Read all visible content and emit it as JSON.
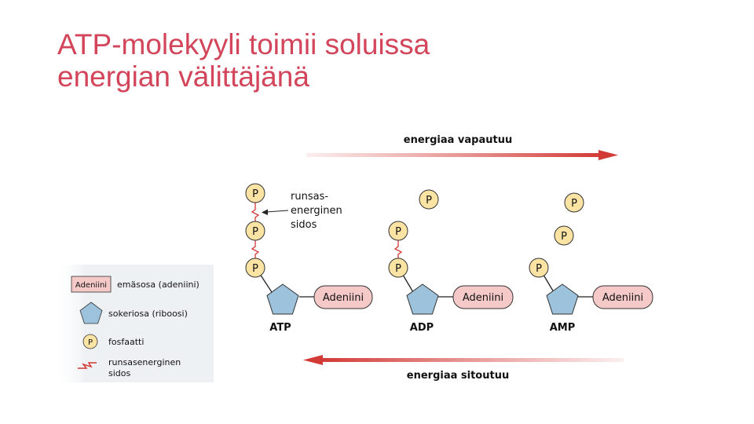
{
  "title": {
    "line1": "ATP-molekyyli toimii soluissa",
    "line2": "energian välittäjänä"
  },
  "colors": {
    "title": "#d2455a",
    "arrow": "#d23a36",
    "phosphate_fill": "#fbe3a4",
    "pentagon_fill": "#9dc3dc",
    "adenine_fill": "#f6c9c9"
  },
  "diagram": {
    "top_arrow_label": "energiaa vapautuu",
    "bottom_arrow_label": "energiaa sitoutuu",
    "annotation": [
      "runsas-",
      "energinen",
      "sidos"
    ],
    "phosphate_label": "P",
    "base_label": "Adeniini",
    "molecules": [
      {
        "name": "ATP",
        "attached_phosphates": 3,
        "free_phosphates": 0
      },
      {
        "name": "ADP",
        "attached_phosphates": 2,
        "free_phosphates": 1
      },
      {
        "name": "AMP",
        "attached_phosphates": 1,
        "free_phosphates": 2
      }
    ]
  },
  "legend": {
    "base_box_label": "Adeniini",
    "base": "emäsosa (adeniini)",
    "sugar": "sokeriosa (riboosi)",
    "phosphate_symbol": "P",
    "phosphate": "fosfaatti",
    "bond": [
      "runsasenerginen",
      "sidos"
    ]
  }
}
